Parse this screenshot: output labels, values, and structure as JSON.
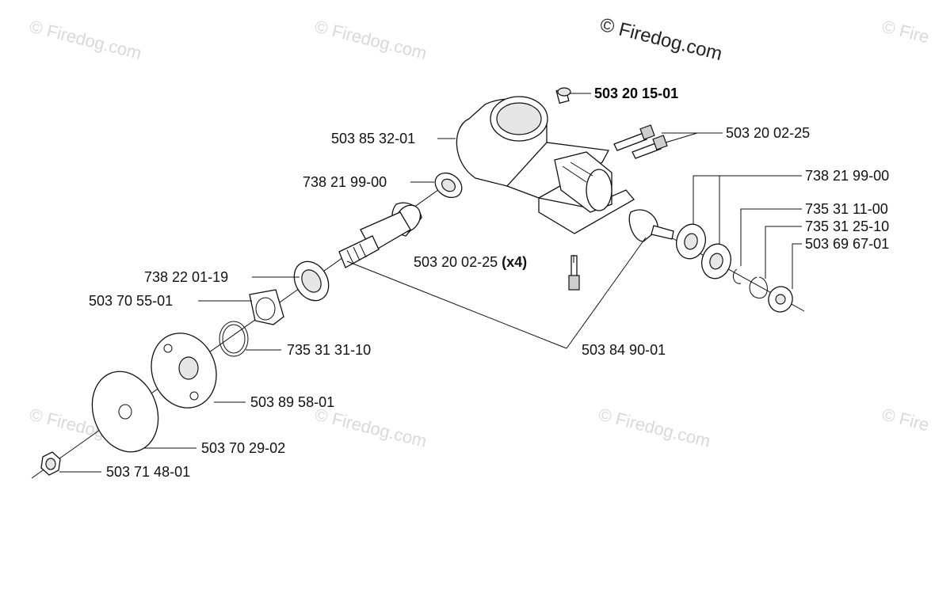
{
  "watermark": {
    "main": "© Firedog.com",
    "tile": "© Firedog.com",
    "tile_cut": "© Fire"
  },
  "parts": {
    "p_503_20_15_01": "503 20 15-01",
    "p_503_85_32_01": "503 85 32-01",
    "p_503_20_02_25": "503 20 02-25",
    "p_738_21_99_00_a": "738 21 99-00",
    "p_738_21_99_00_b": "738 21 99-00",
    "p_735_31_11_00": "735 31 11-00",
    "p_735_31_25_10": "735 31 25-10",
    "p_503_69_67_01": "503 69 67-01",
    "p_503_20_02_25_x4": "503 20 02-25",
    "x4_suffix": "(x4)",
    "p_738_22_01_19": "738 22 01-19",
    "p_503_70_55_01": "503 70 55-01",
    "p_735_31_31_10": "735 31 31-10",
    "p_503_84_90_01": "503 84 90-01",
    "p_503_89_58_01": "503 89 58-01",
    "p_503_70_29_02": "503 70 29-02",
    "p_503_71_48_01": "503 71 48-01"
  }
}
